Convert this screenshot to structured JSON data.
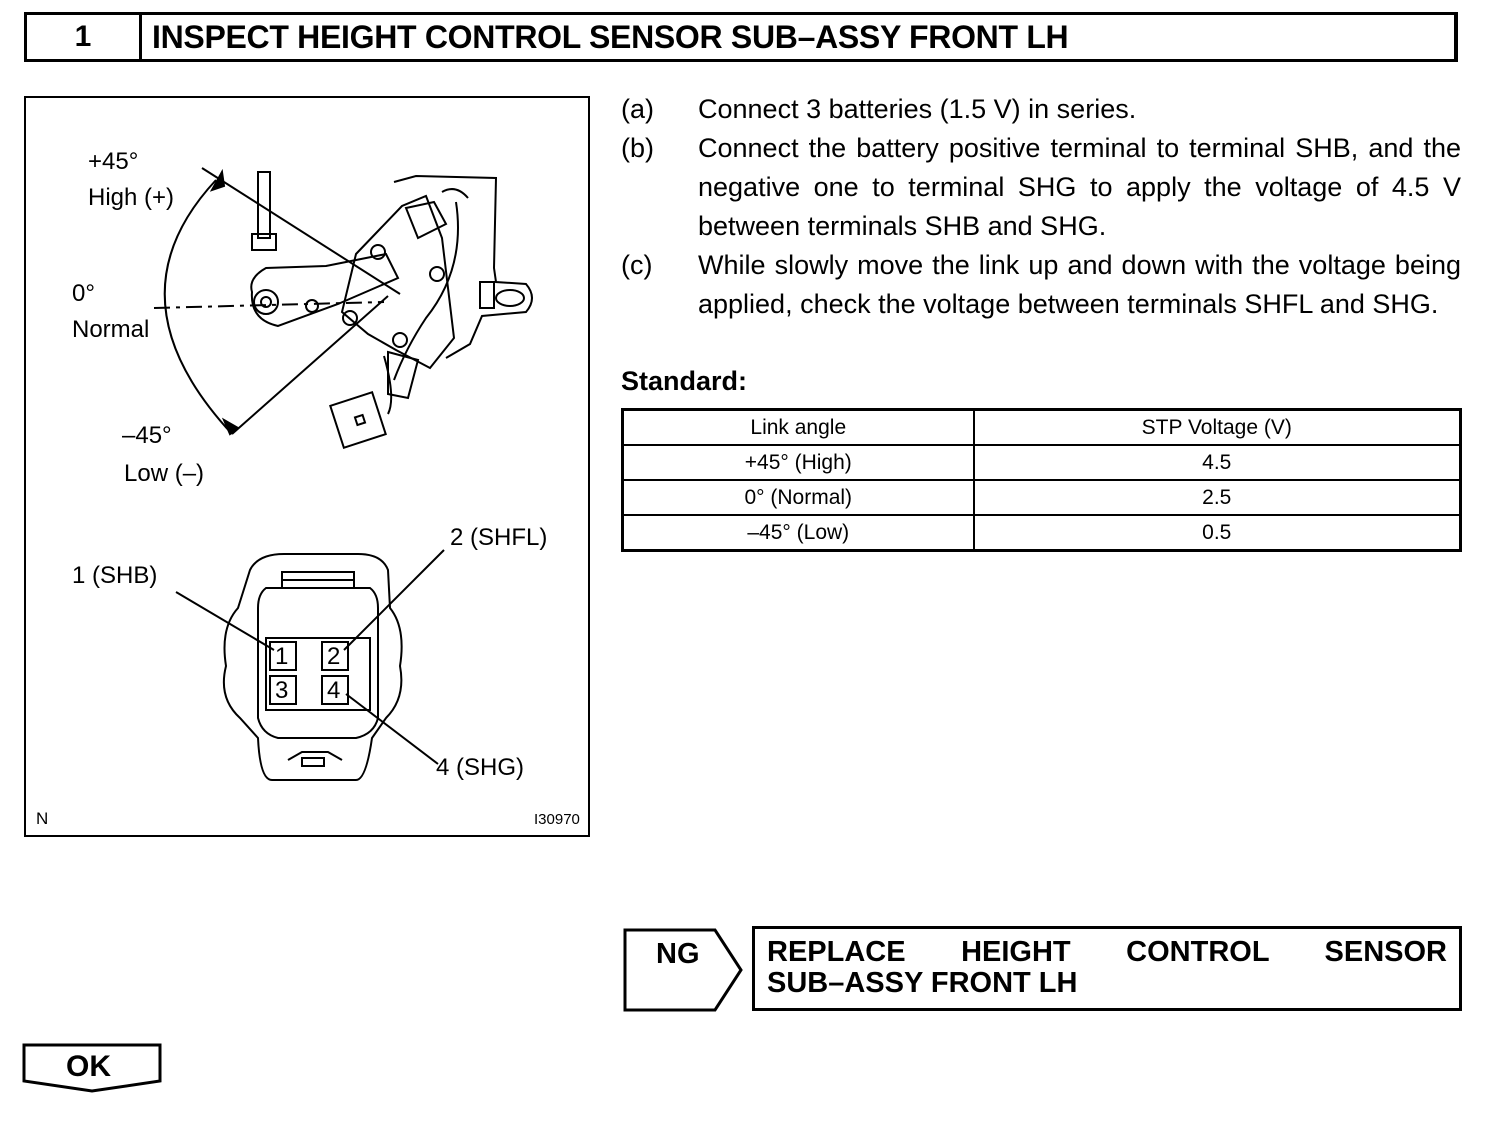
{
  "header": {
    "step_number": "1",
    "title": "INSPECT HEIGHT CONTROL SENSOR SUB–ASSY FRONT LH"
  },
  "figure": {
    "angle_high_deg": "+45°",
    "angle_high_label": "High (+)",
    "angle_normal_deg": "0°",
    "angle_normal_label": "Normal",
    "angle_low_deg": "–45°",
    "angle_low_label": "Low (–)",
    "terminal_1": "1 (SHB)",
    "terminal_2": "2 (SHFL)",
    "terminal_4": "4 (SHG)",
    "pin_1": "1",
    "pin_2": "2",
    "pin_3": "3",
    "pin_4": "4",
    "corner_code": "N",
    "figure_id": "I30970"
  },
  "steps": [
    {
      "label": "(a)",
      "text": "Connect 3 batteries (1.5 V) in series."
    },
    {
      "label": "(b)",
      "text": "Connect the battery positive terminal to terminal SHB, and the negative one to terminal SHG to apply the voltage of 4.5 V between terminals SHB and SHG."
    },
    {
      "label": "(c)",
      "text": "While slowly move the link up and down with the voltage being applied, check the voltage between terminals SHFL and SHG."
    }
  ],
  "standard_label": "Standard:",
  "spec_table": {
    "headers": [
      "Link angle",
      "STP Voltage (V)"
    ],
    "rows": [
      [
        "+45° (High)",
        "4.5"
      ],
      [
        "0° (Normal)",
        "2.5"
      ],
      [
        "–45° (Low)",
        "0.5"
      ]
    ]
  },
  "ng": {
    "label": "NG",
    "action_line1": "REPLACE HEIGHT CONTROL SENSOR",
    "action_line2": "SUB–ASSY FRONT LH"
  },
  "ok": {
    "label": "OK"
  }
}
